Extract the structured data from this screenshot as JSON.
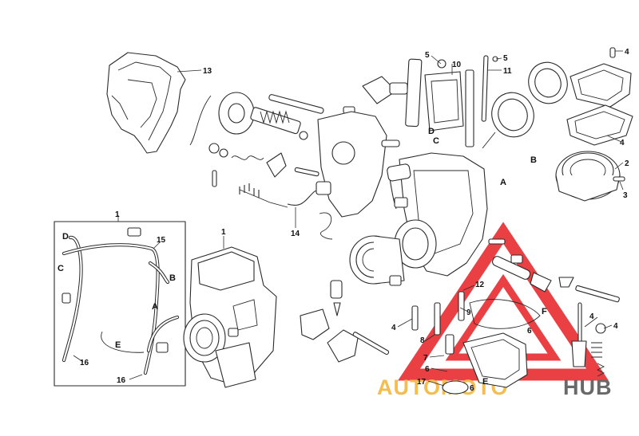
{
  "callouts": {
    "c13": "13",
    "c5a": "5",
    "c10": "10",
    "c5b": "5",
    "c11": "11",
    "c4a": "4",
    "c4b": "4",
    "c2": "2",
    "c3": "3",
    "c14": "14",
    "c1a": "1",
    "c1b": "1",
    "c15": "15",
    "c16a": "16",
    "c16b": "16",
    "c12": "12",
    "c9": "9",
    "c4c": "4",
    "c8": "8",
    "c7": "7",
    "c6a": "6",
    "c17": "17",
    "c6b": "6",
    "c6c": "6",
    "c4d": "4",
    "c4e": "4"
  },
  "letters": {
    "D1": "D",
    "C1": "C",
    "B1": "B",
    "A1": "A",
    "D2": "D",
    "C2": "C",
    "B2": "B",
    "A2": "A",
    "E": "E",
    "F": "F",
    "E2": "E"
  },
  "watermark": {
    "brand_first": "AUTOMOTO",
    "brand_second": "HUB",
    "color_primary": "#e8262b",
    "color_secondary": "#f2b43a",
    "color_dark": "#555555"
  }
}
